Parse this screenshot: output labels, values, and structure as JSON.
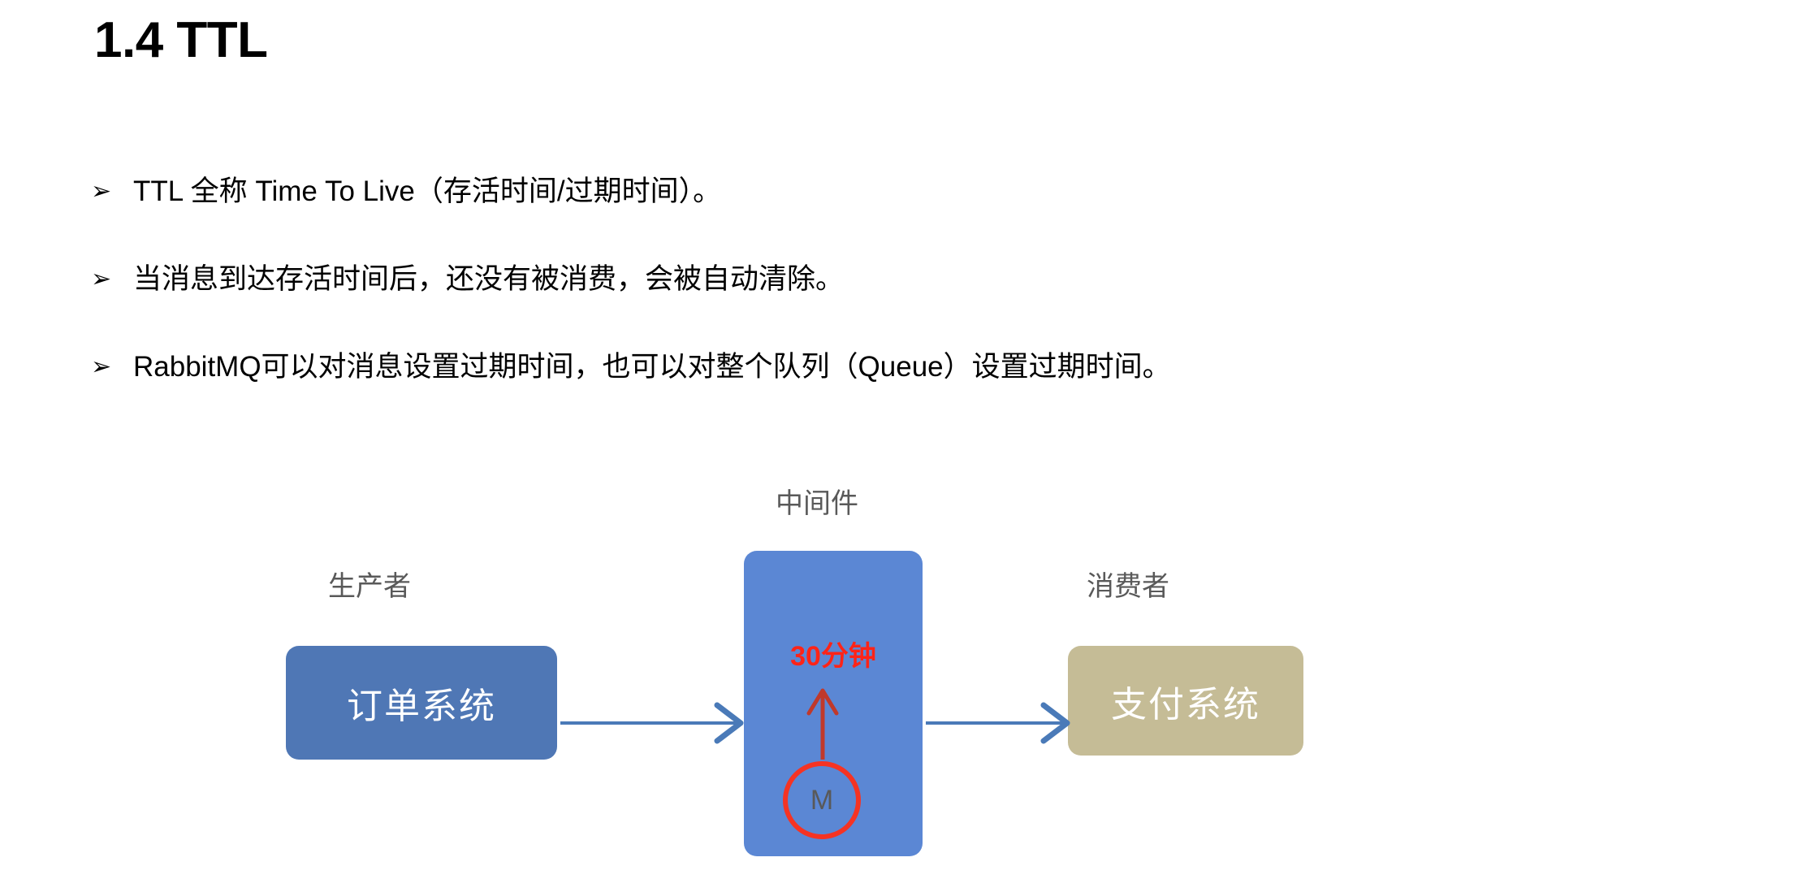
{
  "slide": {
    "title": "1.4 TTL",
    "bullet_marker": "➢",
    "bullets": [
      "TTL 全称 Time To Live（存活时间/过期时间）。",
      "当消息到达存活时间后，还没有被消费，会被自动清除。",
      "RabbitMQ可以对消息设置过期时间，也可以对整个队列（Queue）设置过期时间。"
    ]
  },
  "diagram": {
    "labels": {
      "middleware": "中间件",
      "producer": "生产者",
      "consumer": "消费者"
    },
    "boxes": {
      "order_system": "订单系统",
      "payment_system": "支付系统"
    },
    "ttl_value": "30分钟",
    "message_node": "M",
    "colors": {
      "order_box": "#4F77B5",
      "middleware_box": "#5B87D4",
      "payment_box": "#C5BC96",
      "arrow": "#4A7AB8",
      "ttl_red": "#FF2418",
      "circle_red": "#F53323",
      "label_gray": "#595959"
    }
  }
}
